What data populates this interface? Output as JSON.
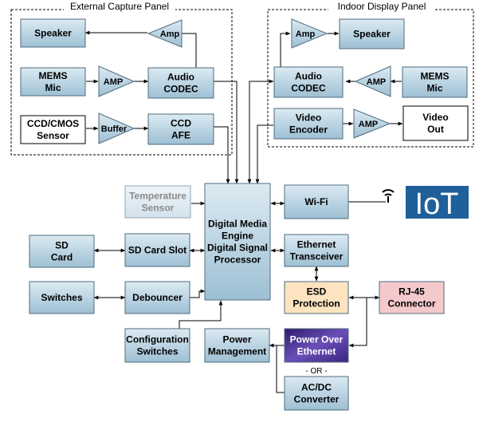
{
  "panels": {
    "external": "External Capture Panel",
    "indoor": "Indoor Display Panel"
  },
  "blocks": {
    "speaker_ext": [
      "Speaker"
    ],
    "mems_ext": [
      "MEMS",
      "Mic"
    ],
    "ccd_sensor": [
      "CCD/CMOS",
      "Sensor"
    ],
    "codec_ext": [
      "Audio",
      "CODEC"
    ],
    "ccd_afe": [
      "CCD",
      "AFE"
    ],
    "codec_int": [
      "Audio",
      "CODEC"
    ],
    "speaker_int": [
      "Speaker"
    ],
    "mems_int": [
      "MEMS",
      "Mic"
    ],
    "video_enc": [
      "Video",
      "Encoder"
    ],
    "video_out": [
      "Video",
      "Out"
    ],
    "temp_sensor": [
      "Temperature",
      "Sensor"
    ],
    "dsp": [
      "Digital Media",
      "Engine",
      "Digital Signal",
      "Processor"
    ],
    "wifi": [
      "Wi-Fi"
    ],
    "sd_card": [
      "SD",
      "Card"
    ],
    "sd_slot": [
      "SD Card Slot"
    ],
    "ethernet": [
      "Ethernet",
      "Transceiver"
    ],
    "switches": [
      "Switches"
    ],
    "debouncer": [
      "Debouncer"
    ],
    "esd": [
      "ESD",
      "Protection"
    ],
    "rj45": [
      "RJ-45",
      "Connector"
    ],
    "config_sw": [
      "Configuration",
      "Switches"
    ],
    "power_mgmt": [
      "Power",
      "Management"
    ],
    "poe": [
      "Power Over",
      "Ethernet"
    ],
    "acdc": [
      "AC/DC",
      "Converter"
    ]
  },
  "amps": {
    "amp_ext_speaker": "Amp",
    "amp_ext_mic": "AMP",
    "buffer": "Buffer",
    "amp_int_speaker": "Amp",
    "amp_int_mic": "AMP",
    "amp_video": "AMP"
  },
  "or_label": "- OR -",
  "iot_logo": "IoT",
  "colors": {
    "block_fill_top": "#dceaf2",
    "block_fill_bottom": "#9dc0d4",
    "block_stroke": "#4f6b7d",
    "white_block": "#ffffff",
    "esd_fill": "#fde3bf",
    "rj45_fill": "#f4c9cb",
    "poe_fill": "#4a2f8a",
    "iot_bg": "#1f5f9a",
    "iot_text": "#ffffff",
    "temp_text": "#8a8a8a",
    "panel_border": "#000000"
  }
}
